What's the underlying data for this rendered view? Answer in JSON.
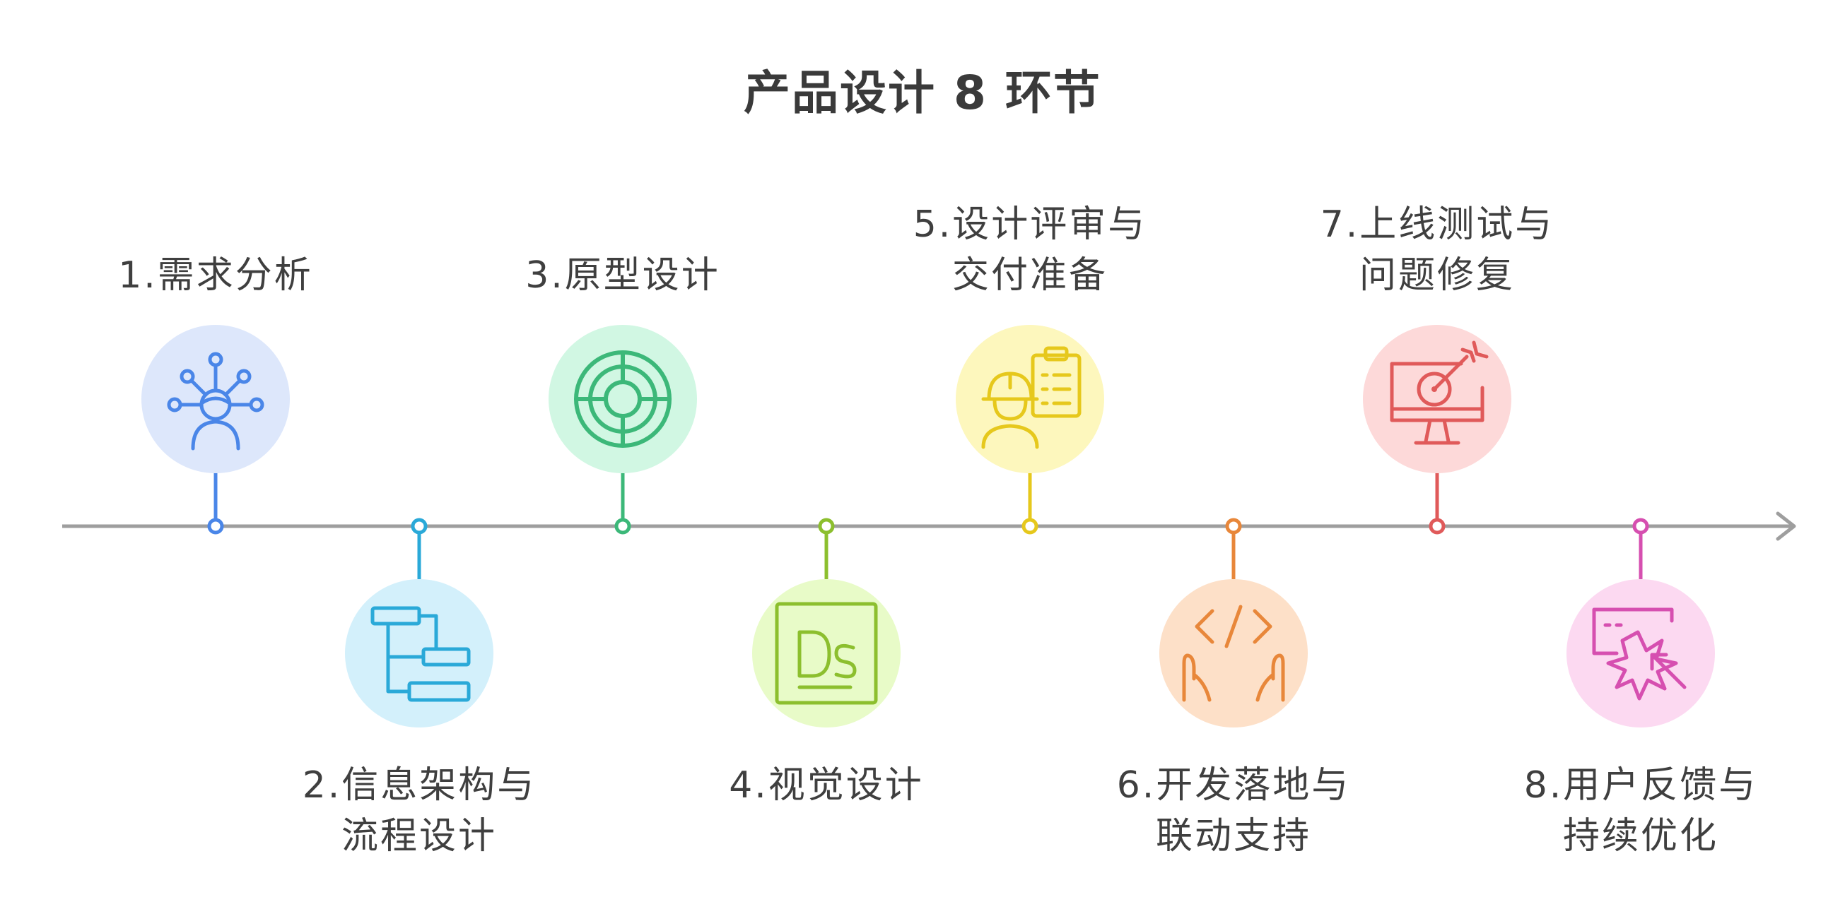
{
  "title": "产品设计 8 环节",
  "steps": [
    {
      "label": "1.需求分析",
      "icon": "person-network-icon",
      "color": "#4a86e8",
      "fill": "#dde7fb"
    },
    {
      "label": "2.信息架构与流程设计",
      "icon": "flowchart-icon",
      "color": "#2aa9d8",
      "fill": "#d3f0fb"
    },
    {
      "label": "3.原型设计",
      "icon": "circular-maze-icon",
      "color": "#3cb879",
      "fill": "#d1f7e3"
    },
    {
      "label": "4.视觉设计",
      "icon": "design-app-icon",
      "color": "#8cbf2e",
      "fill": "#e8fbc8"
    },
    {
      "label": "5.设计评审与交付准备",
      "icon": "worker-clipboard-icon",
      "color": "#e6c81c",
      "fill": "#fdf7bd"
    },
    {
      "label": "6.开发落地与联动支持",
      "icon": "code-hands-icon",
      "color": "#e8873a",
      "fill": "#fde0c8"
    },
    {
      "label": "7.上线测试与问题修复",
      "icon": "monitor-target-icon",
      "color": "#e05a5a",
      "fill": "#fdd9d9"
    },
    {
      "label": "8.用户反馈与持续优化",
      "icon": "click-burst-icon",
      "color": "#d64fb0",
      "fill": "#fcd9f1"
    }
  ]
}
